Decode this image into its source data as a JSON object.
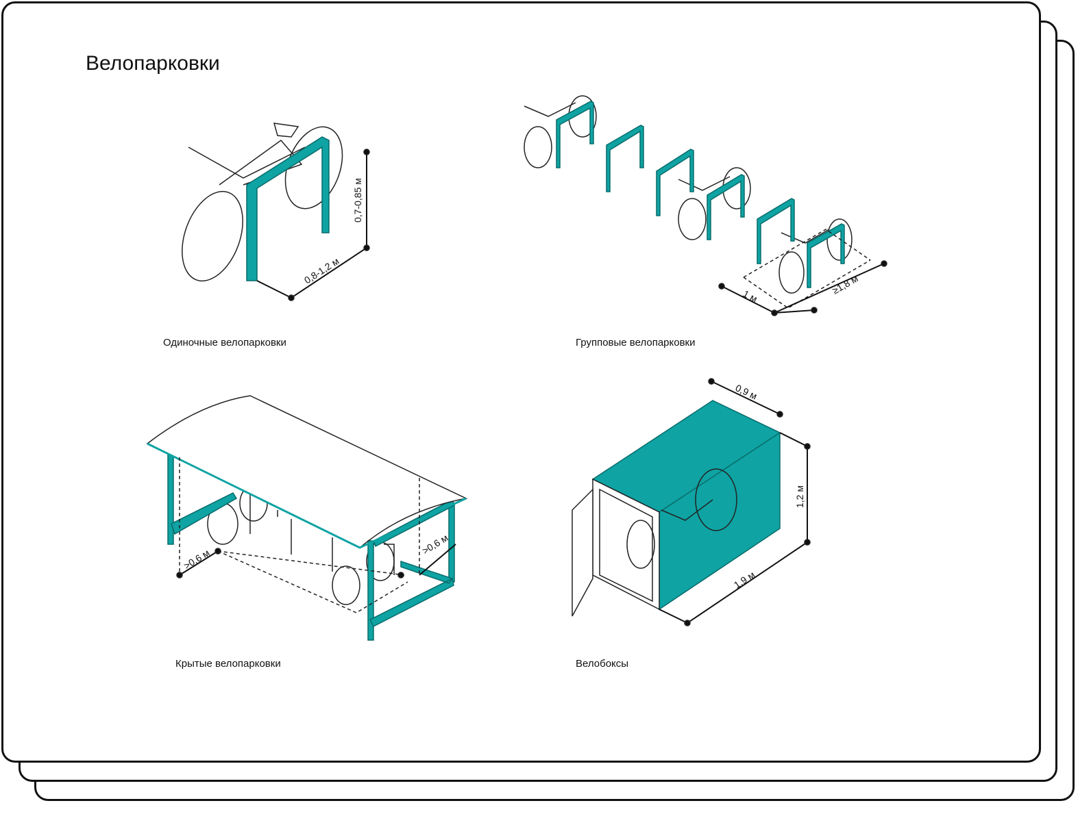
{
  "title": "Велопарковки",
  "accent_color": "#0fa3a3",
  "sections": [
    {
      "caption": "Одиночные велопарковки",
      "dims": [
        "0,7-0,85 м",
        "0,8-1,2 м"
      ]
    },
    {
      "caption": "Групповые велопарковки",
      "dims": [
        "1 м",
        "≥1,8 м"
      ]
    },
    {
      "caption": "Крытые велопарковки",
      "dims": [
        ">0,6 м",
        ">0,6 м"
      ]
    },
    {
      "caption": "Велобоксы",
      "dims": [
        "0,9 м",
        "1,2 м",
        "1,9 м"
      ]
    }
  ]
}
